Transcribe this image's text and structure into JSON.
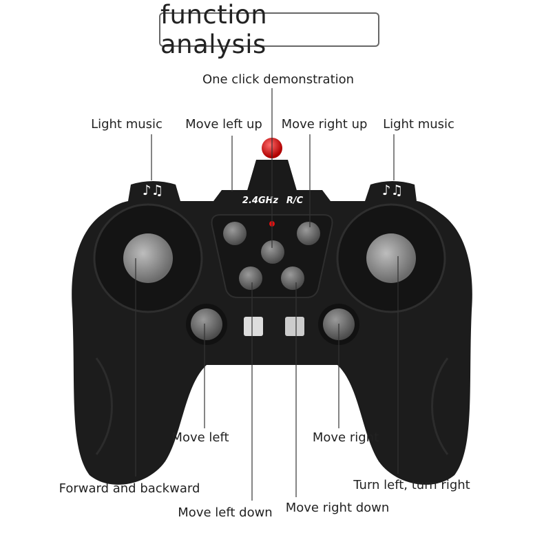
{
  "title": "function analysis",
  "controller": {
    "frequency_label": "2.4GHz",
    "rc_label": "R/C",
    "music_glyph": "♪♫"
  },
  "labels": {
    "one_click": "One click demonstration",
    "light_music_left": "Light music",
    "move_left_up": "Move left up",
    "move_right_up": "Move right up",
    "light_music_right": "Light music",
    "move_left": "Move left",
    "move_right": "Move right",
    "forward_backward": "Forward and backward",
    "turn_left_right": "Turn left, turn right",
    "move_left_down": "Move left down",
    "move_right_down": "Move right down"
  },
  "colors": {
    "body": "#1c1c1c",
    "led": "#e01010",
    "leader": "#333333"
  }
}
